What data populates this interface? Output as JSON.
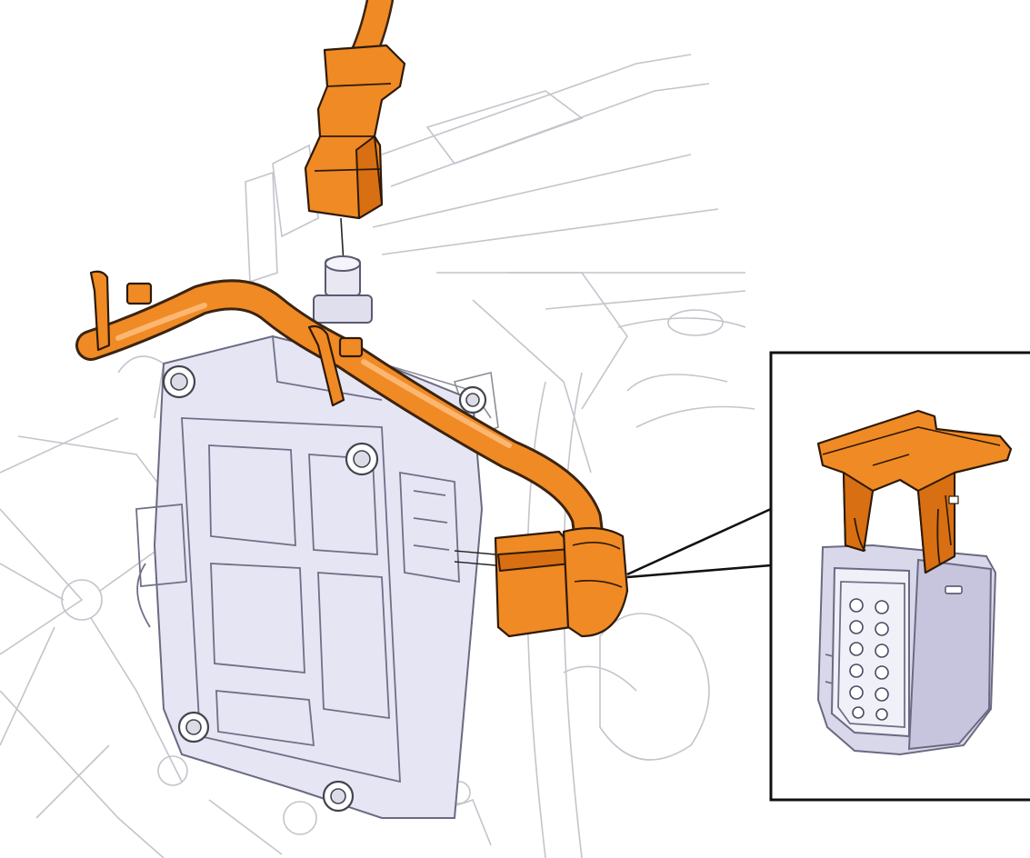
{
  "colors": {
    "harness": "#f08a24",
    "harness_shade": "#d86f12",
    "harness_outline": "#3b2410",
    "control_unit": "#e6e5f3",
    "control_unit_outline": "#6a6a82",
    "background_lines": "#c4c4cc",
    "detail_frame": "#111111",
    "connector_housing": "#d9d8ea"
  },
  "callout": {
    "detail": "connector-detail-enlarged",
    "source": "harness-connector-on-control-unit"
  },
  "detail_connector": {
    "pin_rows": 6,
    "pin_columns": 2
  }
}
